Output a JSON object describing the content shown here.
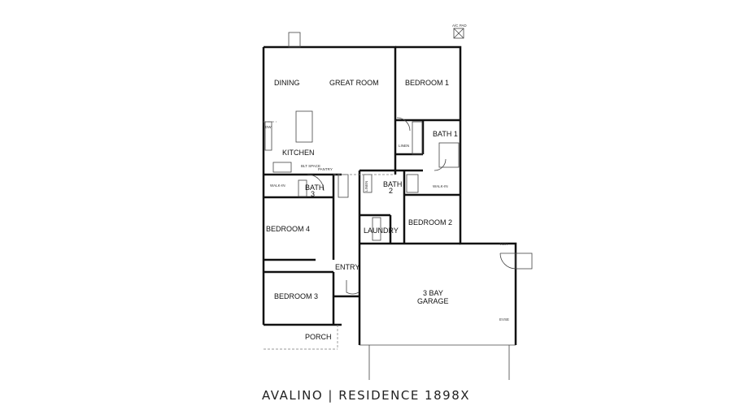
{
  "title": "AVALINO | RESIDENCE 1898X",
  "rooms": {
    "dining": "DINING",
    "great_room": "GREAT ROOM",
    "bedroom1": "BEDROOM 1",
    "bath1": "BATH 1",
    "linen1": "LINEN",
    "kitchen": "KITCHEN",
    "dw": "DW",
    "blt_space": "BLT SPACE",
    "pantry": "PANTRY",
    "walkin_left": "WALK-IN",
    "bath3_a": "BATH",
    "bath3_b": "3",
    "linen2": "LINEN",
    "bath2_a": "BATH",
    "bath2_b": "2",
    "walkin_right": "WALK-IN",
    "bedroom2": "BEDROOM 2",
    "bedroom4": "BEDROOM 4",
    "laundry": "LAUNDRY",
    "entry": "ENTRY",
    "bedroom3": "BEDROOM 3",
    "garage_a": "3 BAY",
    "garage_b": "GARAGE",
    "porch": "PORCH",
    "twh": "TWH",
    "evse": "EVSE",
    "ac_pad": "A/C PAD"
  }
}
